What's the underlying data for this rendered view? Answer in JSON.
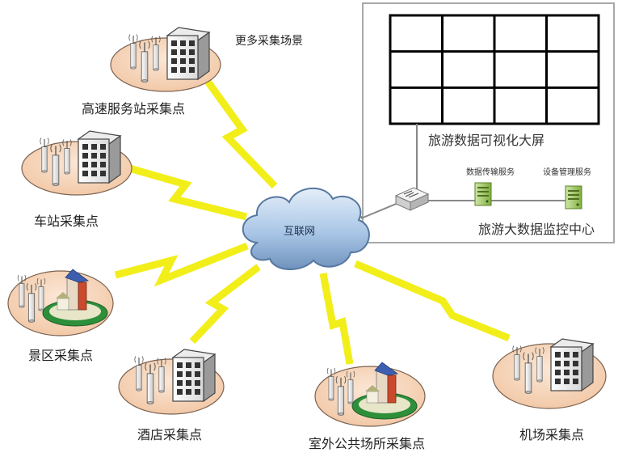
{
  "more_scenes_label": "更多采集场景",
  "cloud_label": "互联网",
  "sites": [
    {
      "key": "highway",
      "label": "高速服务站采集点",
      "kind": "station"
    },
    {
      "key": "station",
      "label": "车站采集点",
      "kind": "station"
    },
    {
      "key": "scenic",
      "label": "景区采集点",
      "kind": "scenic"
    },
    {
      "key": "hotel",
      "label": "酒店采集点",
      "kind": "station"
    },
    {
      "key": "outdoor",
      "label": "室外公共场所采集点",
      "kind": "scenic"
    },
    {
      "key": "airport",
      "label": "机场采集点",
      "kind": "station"
    }
  ],
  "monitor_center": {
    "screen_label": "旅游数据可视化大屏",
    "screen_rows": 3,
    "screen_cols": 4,
    "transfer_service_label": "数据传输服务",
    "device_service_label": "设备管理服务",
    "center_label": "旅游大数据监控中心"
  },
  "colors": {
    "ellipse_fill": "#f9dcc4",
    "lightning": "#f2ee1a",
    "cloud": "#a9c6e6",
    "server": "#f3f3f3",
    "green_server": "#9cc75a",
    "panel_border": "#a8a8a8"
  }
}
